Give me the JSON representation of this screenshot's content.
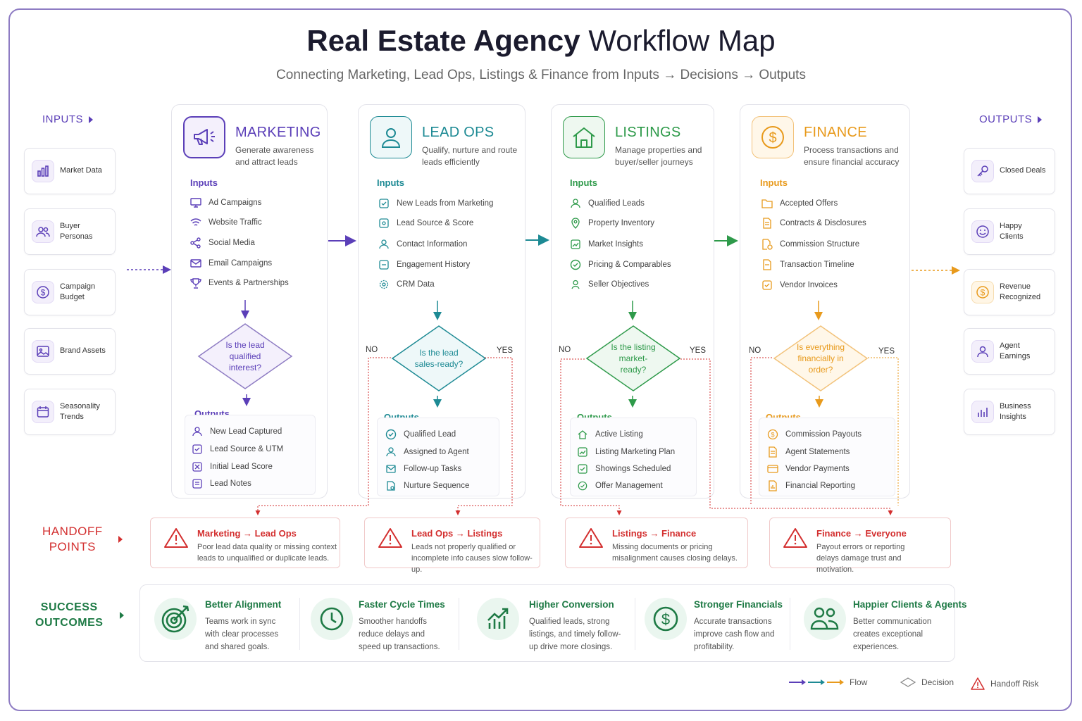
{
  "header": {
    "title_bold": "Real Estate Agency",
    "title_light": "Workflow Map",
    "subtitle": "Connecting Marketing, Lead Ops, Listings & Finance from Inputs → Decisions → Outputs"
  },
  "side_labels": {
    "inputs": "INPUTS",
    "outputs": "OUTPUTS",
    "handoff_line1": "HANDOFF",
    "handoff_line2": "POINTS",
    "success_line1": "SUCCESS",
    "success_line2": "OUTCOMES"
  },
  "global_inputs": [
    {
      "label": "Market Data",
      "icon": "bar-chart-icon"
    },
    {
      "label": "Buyer Personas",
      "icon": "users-icon"
    },
    {
      "label": "Campaign Budget",
      "icon": "dollar-icon"
    },
    {
      "label": "Brand Assets",
      "icon": "image-icon"
    },
    {
      "label": "Seasonality Trends",
      "icon": "calendar-icon"
    }
  ],
  "global_outputs": [
    {
      "label": "Closed Deals",
      "icon": "key-icon"
    },
    {
      "label": "Happy Clients",
      "icon": "smile-icon"
    },
    {
      "label": "Revenue Recognized",
      "icon": "dollar-icon"
    },
    {
      "label": "Agent Earnings",
      "icon": "person-icon"
    },
    {
      "label": "Business Insights",
      "icon": "bar-chart-icon"
    }
  ],
  "columns": [
    {
      "title": "MARKETING",
      "desc": "Generate awareness and attract leads",
      "color": "#5b3fb8",
      "inputs_label": "Inputs",
      "inputs": [
        "Ad Campaigns",
        "Website Traffic",
        "Social Media",
        "Email Campaigns",
        "Events & Partnerships"
      ],
      "decision": "Is the lead qualified interest?",
      "outputs_label": "Outputs",
      "outputs": [
        "New Lead Captured",
        "Lead Source & UTM",
        "Initial Lead Score",
        "Lead Notes"
      ]
    },
    {
      "title": "LEAD OPS",
      "desc": "Qualify, nurture and route leads efficiently",
      "color": "#1d8a94",
      "inputs_label": "Inputs",
      "inputs": [
        "New Leads from Marketing",
        "Lead Source & Score",
        "Contact Information",
        "Engagement History",
        "CRM Data"
      ],
      "decision": "Is the lead sales-ready?",
      "no": "NO",
      "yes": "YES",
      "outputs_label": "Outputs",
      "outputs": [
        "Qualified Lead",
        "Assigned to Agent",
        "Follow-up Tasks",
        "Nurture Sequence"
      ]
    },
    {
      "title": "LISTINGS",
      "desc": "Manage properties and buyer/seller journeys",
      "color": "#2e9a4a",
      "inputs_label": "Inputs",
      "inputs": [
        "Qualified Leads",
        "Property Inventory",
        "Market Insights",
        "Pricing & Comparables",
        "Seller Objectives"
      ],
      "decision": "Is the listing market-ready?",
      "no": "NO",
      "yes": "YES",
      "outputs_label": "Outputs",
      "outputs": [
        "Active Listing",
        "Listing Marketing Plan",
        "Showings Scheduled",
        "Offer Management"
      ]
    },
    {
      "title": "FINANCE",
      "desc": "Process transactions and ensure financial accuracy",
      "color": "#e89a1c",
      "inputs_label": "Inputs",
      "inputs": [
        "Accepted Offers",
        "Contracts & Disclosures",
        "Commission Structure",
        "Transaction Timeline",
        "Vendor Invoices"
      ],
      "decision": "Is everything financially in order?",
      "no": "NO",
      "yes": "YES",
      "outputs_label": "Outputs",
      "outputs": [
        "Commission Payouts",
        "Agent Statements",
        "Vendor Payments",
        "Financial Reporting"
      ]
    }
  ],
  "handoffs": [
    {
      "title": "Marketing → Lead Ops",
      "desc": "Poor lead data quality or missing context leads to unqualified or duplicate leads."
    },
    {
      "title": "Lead Ops → Listings",
      "desc": "Leads not properly qualified or incomplete info causes slow follow-up."
    },
    {
      "title": "Listings → Finance",
      "desc": "Missing documents or pricing misalignment causes closing delays."
    },
    {
      "title": "Finance → Everyone",
      "desc": "Payout errors or reporting delays damage trust and motivation."
    }
  ],
  "success": [
    {
      "title": "Better Alignment",
      "desc": "Teams work in sync with clear processes and shared goals.",
      "icon": "target-icon"
    },
    {
      "title": "Faster Cycle Times",
      "desc": "Smoother handoffs reduce delays and speed up transactions.",
      "icon": "clock-icon"
    },
    {
      "title": "Higher Conversion",
      "desc": "Qualified leads, strong listings, and timely follow-up drive more closings.",
      "icon": "trend-up-icon"
    },
    {
      "title": "Stronger Financials",
      "desc": "Accurate transactions improve cash flow and profitability.",
      "icon": "dollar-icon"
    },
    {
      "title": "Happier Clients & Agents",
      "desc": "Better communication creates exceptional experiences.",
      "icon": "people-icon"
    }
  ],
  "legend": {
    "flow": "Flow",
    "decision": "Decision",
    "risk": "Handoff Risk"
  },
  "colors": {
    "marketing": "#5b3fb8",
    "lead_ops": "#1d8a94",
    "listings": "#2e9a4a",
    "finance": "#e89a1c",
    "risk": "#d32f2f",
    "success": "#1e7a45"
  }
}
